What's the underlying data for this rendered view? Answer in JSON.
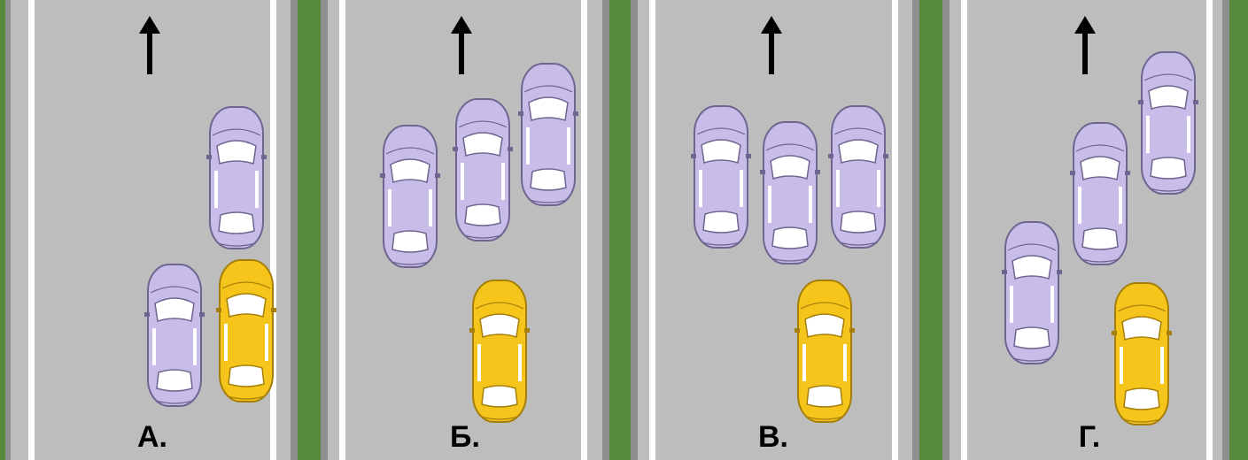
{
  "panels": [
    {
      "label": "А.",
      "cars": [
        "other",
        "other",
        "yellow"
      ]
    },
    {
      "label": "Б.",
      "cars": [
        "other",
        "other",
        "other",
        "yellow"
      ]
    },
    {
      "label": "В.",
      "cars": [
        "other",
        "other",
        "other",
        "yellow"
      ]
    },
    {
      "label": "Г.",
      "cars": [
        "other",
        "other",
        "other",
        "yellow"
      ]
    }
  ],
  "colors": {
    "asphalt": "#bdbdbd",
    "grass": "#56893a",
    "lane_marking": "#ffffff",
    "other_car_body": "#c8bde8",
    "own_car_body": "#f5c51c"
  },
  "icons": [
    "up-arrow-icon",
    "car-icon"
  ]
}
